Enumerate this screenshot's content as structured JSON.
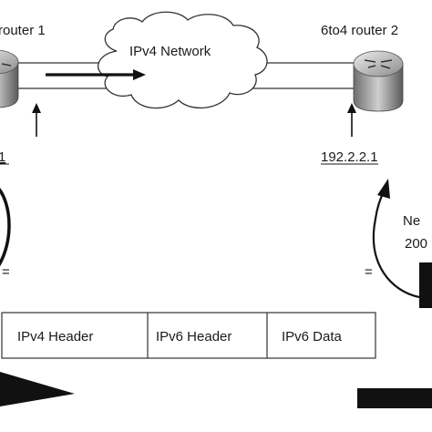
{
  "routers": {
    "left": {
      "label": "router 1",
      "icon": "router-icon"
    },
    "right": {
      "label": "6to4 router 2",
      "icon": "router-icon"
    }
  },
  "network": {
    "label": "IPv4 Network",
    "icon": "cloud-icon"
  },
  "addresses": {
    "left": "1",
    "right": "192.2.2.1"
  },
  "side_text": {
    "right_line1": "Ne",
    "right_line2": "200"
  },
  "equals": {
    "left": "=",
    "right": "="
  },
  "packet": {
    "cells": [
      "IPv4 Header",
      "IPv6 Header",
      "IPv6 Data"
    ]
  }
}
